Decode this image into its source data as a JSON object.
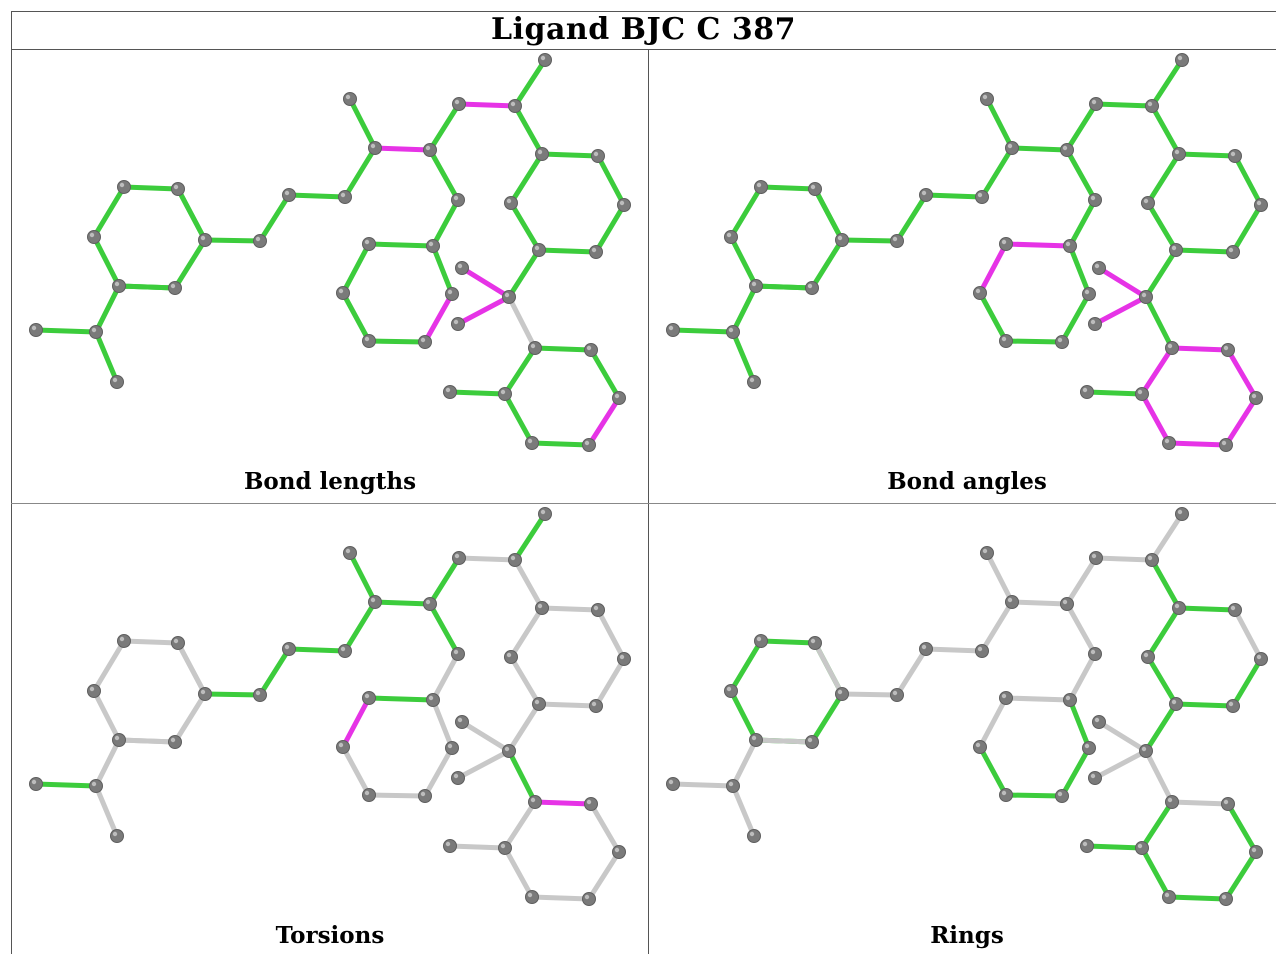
{
  "title": "Ligand BJC C 387",
  "colors": {
    "ok": "#3ccc3c",
    "outlier": "#e633e6",
    "unchecked": "#c8c8c8",
    "atom": "#7a7a7a"
  },
  "panels": [
    {
      "id": "bond-lengths",
      "caption": "Bond lengths",
      "bonds": [
        "g",
        "g",
        "g",
        "g",
        "g",
        "g",
        "g",
        "g",
        "g",
        "g",
        "g",
        "g",
        "g",
        "g",
        "p",
        "g",
        "p",
        "g",
        "g",
        "g",
        "g",
        "g",
        "g",
        "g",
        "p",
        "g",
        "g",
        "g",
        "g",
        "g",
        "g",
        "g",
        "g",
        "g",
        "p",
        "p",
        "w",
        "g",
        "g",
        "p",
        "g",
        "g",
        "g",
        "g",
        "g",
        "g"
      ]
    },
    {
      "id": "bond-angles",
      "caption": "Bond angles",
      "bonds": [
        "g",
        "g",
        "g",
        "g",
        "g",
        "g",
        "g",
        "g",
        "g",
        "g",
        "g",
        "g",
        "g",
        "g",
        "g",
        "g",
        "g",
        "g",
        "g",
        "g",
        "p",
        "p",
        "g",
        "g",
        "g",
        "g",
        "g",
        "g",
        "g",
        "g",
        "g",
        "g",
        "g",
        "g",
        "p",
        "p",
        "g",
        "p",
        "p",
        "p",
        "p",
        "p",
        "p",
        "g",
        "g",
        "g"
      ]
    },
    {
      "id": "torsions",
      "caption": "Torsions",
      "bonds": [
        "w",
        "w",
        "w",
        "w",
        "w",
        "w",
        "w",
        "g",
        "w",
        "g",
        "g",
        "g",
        "g",
        "g",
        "g",
        "g",
        "w",
        "g",
        "g",
        "w",
        "g",
        "p",
        "w",
        "w",
        "w",
        "w",
        "w",
        "w",
        "w",
        "w",
        "w",
        "w",
        "w",
        "w",
        "w",
        "w",
        "g",
        "p",
        "w",
        "w",
        "w",
        "w",
        "w",
        "w",
        "w",
        "w"
      ]
    },
    {
      "id": "rings",
      "caption": "Rings",
      "bonds": [
        "g",
        "g",
        "g",
        "g",
        "g",
        "g",
        "w",
        "w",
        "w",
        "w",
        "w",
        "w",
        "w",
        "w",
        "w",
        "w",
        "w",
        "w",
        "w",
        "w",
        "w",
        "w",
        "g",
        "g",
        "g",
        "g",
        "g",
        "g",
        "w",
        "g",
        "g",
        "g",
        "g",
        "g",
        "w",
        "w",
        "w",
        "w",
        "g",
        "g",
        "g",
        "g",
        "g",
        "g",
        "w",
        "w"
      ]
    }
  ]
}
